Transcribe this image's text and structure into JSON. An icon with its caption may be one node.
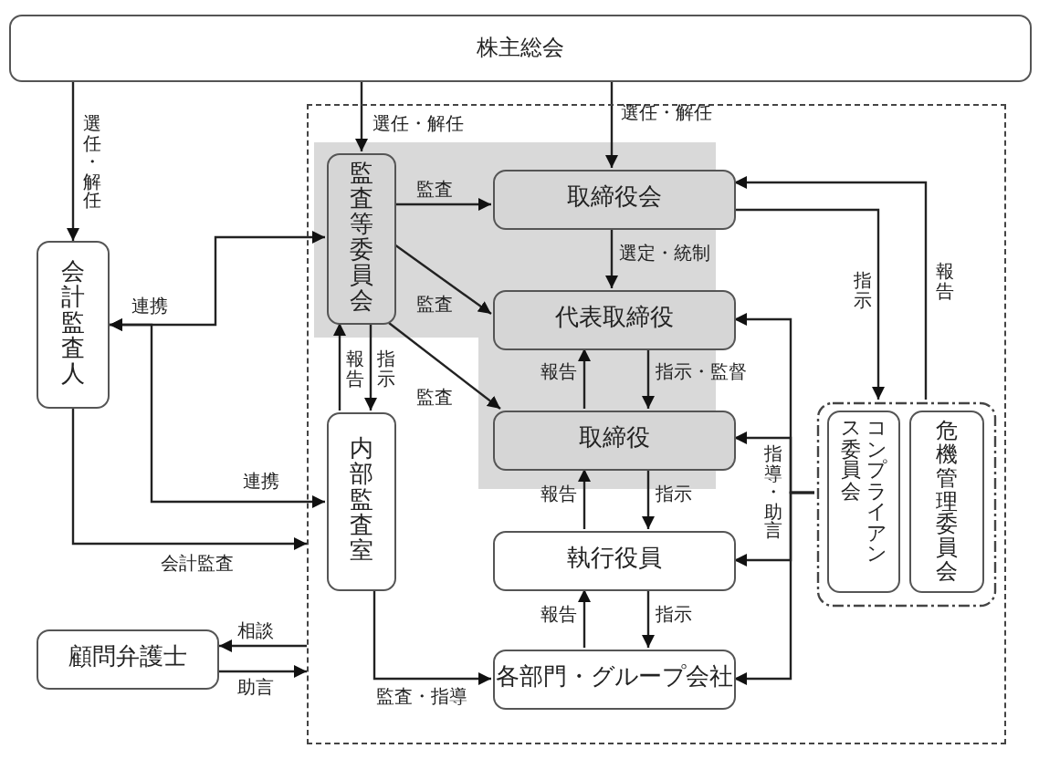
{
  "diagram": {
    "nodes": [
      {
        "text": [
          "株主総会"
        ]
      },
      {
        "text": [
          "会計監査人"
        ]
      },
      {
        "text": [],
        "shape": "box"
      },
      {
        "text": [
          "監査等委員会"
        ],
        "in": 2
      },
      {
        "text": [
          "取締役会"
        ],
        "in": 2
      },
      {
        "text": [
          "代表取締役"
        ],
        "in": 2
      },
      {
        "text": [
          "取締役"
        ],
        "in": 2
      },
      {
        "text": [
          "内部監査室"
        ],
        "in": 2
      },
      {
        "text": [
          "執行役員"
        ],
        "in": 2
      },
      {
        "text": [
          "各部門・グループ会社"
        ],
        "in": 2
      },
      {
        "text": [],
        "shape": "box",
        "in": 2
      },
      {
        "text": [
          "コンプライアンス委員会"
        ],
        "in": 10
      },
      {
        "text": [
          "危機管理委員会"
        ],
        "in": 10
      },
      {
        "text": [
          "顧問弁護士"
        ]
      }
    ],
    "edges": [
      {
        "from": 0,
        "to": 1,
        "arrow": "to",
        "label": "選任・解任"
      },
      {
        "from": 0,
        "to": 3,
        "arrow": "to",
        "label": "選任・解任"
      },
      {
        "from": 0,
        "to": 4,
        "arrow": "to",
        "label": "選任・解任"
      },
      {
        "from": 3,
        "to": 4,
        "arrow": "to",
        "label": "監査"
      },
      {
        "from": 3,
        "to": 5,
        "arrow": "to",
        "label": "監査"
      },
      {
        "from": 3,
        "to": 6,
        "arrow": "to",
        "label": "監査"
      },
      {
        "from": 1,
        "to": 3,
        "arrow": "both",
        "label": "連携"
      },
      {
        "from": 1,
        "to": 7,
        "arrow": "both",
        "label": "連携"
      },
      {
        "from": 1,
        "to": 2,
        "arrow": "to",
        "label": "会計監査"
      },
      {
        "from": 7,
        "to": 3,
        "arrow": "to",
        "label": "報告"
      },
      {
        "from": 3,
        "to": 7,
        "arrow": "to",
        "label": "指示"
      },
      {
        "from": 7,
        "to": 9,
        "arrow": "to",
        "label": "監査・指導"
      },
      {
        "from": 4,
        "to": 5,
        "arrow": "to",
        "label": "選定・統制"
      },
      {
        "from": 5,
        "to": 6,
        "arrow": "to",
        "label": "指示・監督"
      },
      {
        "from": 6,
        "to": 5,
        "arrow": "to",
        "label": "報告"
      },
      {
        "from": 6,
        "to": 8,
        "arrow": "to",
        "label": "指示"
      },
      {
        "from": 8,
        "to": 6,
        "arrow": "to",
        "label": "報告"
      },
      {
        "from": 8,
        "to": 9,
        "arrow": "to",
        "label": "指示"
      },
      {
        "from": 9,
        "to": 8,
        "arrow": "to",
        "label": "報告"
      },
      {
        "from": 4,
        "to": 10,
        "arrow": "to",
        "label": "指示"
      },
      {
        "from": 10,
        "to": 4,
        "arrow": "to",
        "label": "報告"
      },
      {
        "from": 10,
        "to": 5,
        "arrow": "to"
      },
      {
        "from": 10,
        "to": 6,
        "arrow": "to",
        "label": "指導・助言"
      },
      {
        "from": 10,
        "to": 8,
        "arrow": "to"
      },
      {
        "from": 10,
        "to": 9,
        "arrow": "to"
      },
      {
        "from": 2,
        "to": 13,
        "arrow": "to",
        "label": "相談"
      },
      {
        "from": 13,
        "to": 2,
        "arrow": "to",
        "label": "助言"
      }
    ]
  }
}
